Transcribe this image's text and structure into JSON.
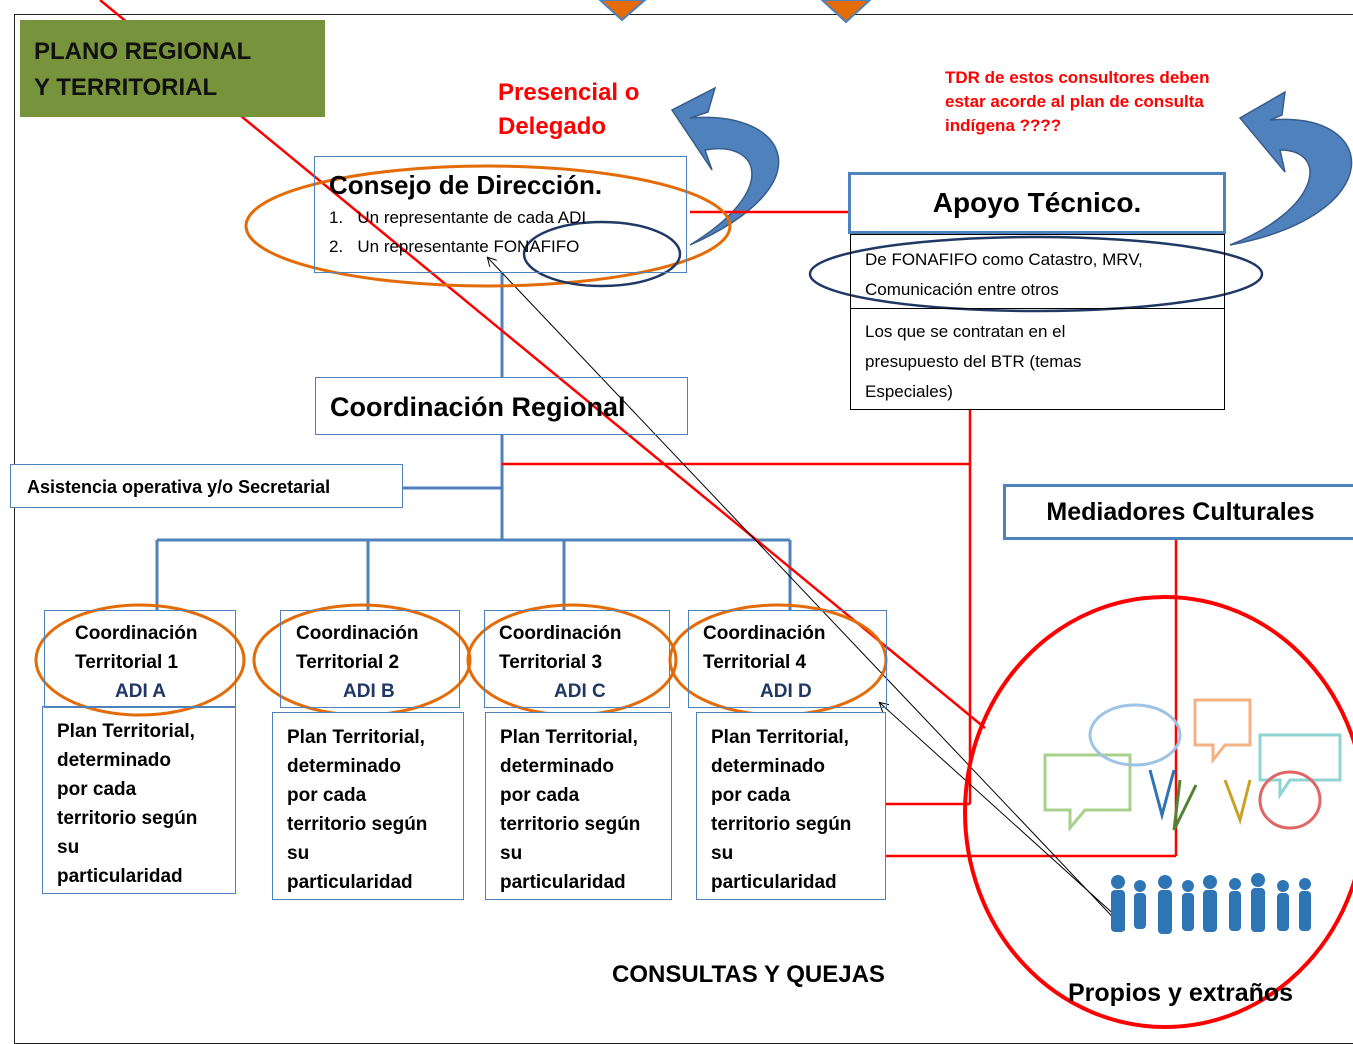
{
  "title": {
    "line1": "PLANO REGIONAL",
    "line2": "Y TERRITORIAL"
  },
  "presencial": {
    "line1": "Presencial o",
    "line2": "Delegado"
  },
  "tdr": {
    "line1": "TDR de estos consultores deben",
    "line2": "estar acorde al plan de consulta",
    "line3": "indígena ????"
  },
  "consejo": {
    "title": "Consejo de Dirección.",
    "items": [
      {
        "num": "1.",
        "text": "Un representante de cada ADI"
      },
      {
        "num": "2.",
        "text": "Un representante  FONAFIFO"
      }
    ]
  },
  "apoyo": {
    "title": "Apoyo Técnico.",
    "row1": {
      "line1": "De FONAFIFO como  Catastro, MRV,",
      "line2": "Comunicación entre otros"
    },
    "row2": {
      "line1": "Los que se contratan en el",
      "line2": "presupuesto del BTR (temas",
      "line3": "Especiales)"
    }
  },
  "coordinacion_regional": "Coordinación Regional",
  "asistencia": "Asistencia operativa y/o Secretarial",
  "mediadores": "Mediadores Culturales",
  "territoriales": [
    {
      "line1": "Coordinación",
      "line2": "Territorial 1",
      "adi": "ADI A"
    },
    {
      "line1": "Coordinación",
      "line2": "Territorial 2",
      "adi": "ADI B"
    },
    {
      "line1": "Coordinación",
      "line2": "Territorial 3",
      "adi": "ADI C"
    },
    {
      "line1": "Coordinación",
      "line2": "Territorial 4",
      "adi": "ADI D"
    }
  ],
  "plan": {
    "line1": "Plan Territorial,",
    "line2": "determinado",
    "line3": "por cada",
    "line4": "territorio según",
    "line5": "su",
    "line6": "particularidad"
  },
  "consultas": "CONSULTAS Y QUEJAS",
  "propios": "Propios y extraños",
  "colors": {
    "green": "#77933c",
    "blue": "#4f81bd",
    "orange": "#e36c09",
    "red": "#ff0000",
    "brown": "#c0504d"
  }
}
